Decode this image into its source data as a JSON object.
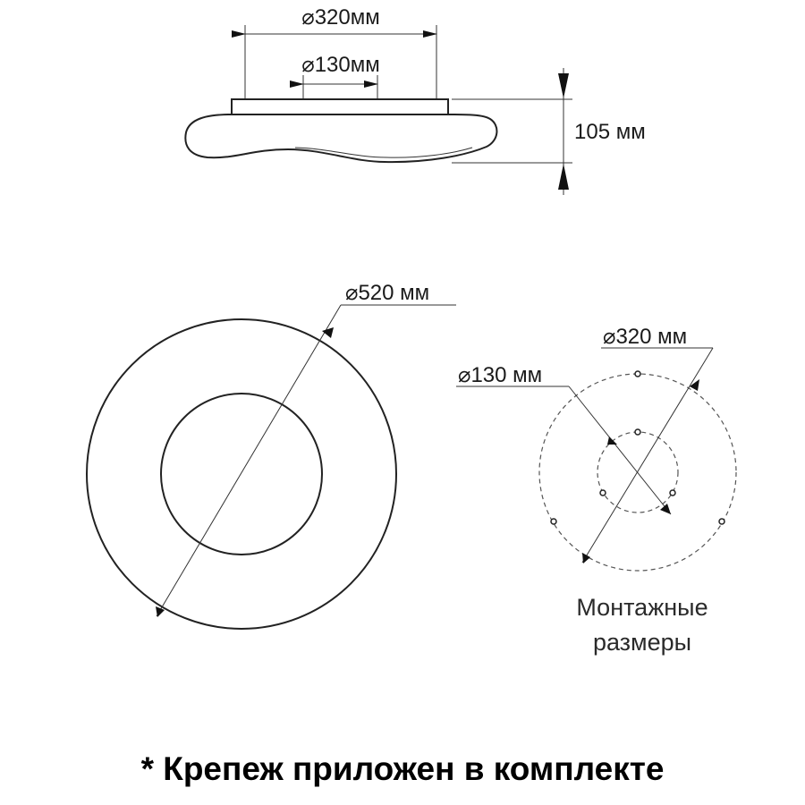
{
  "side_view": {
    "outer_mount_diameter": "⌀320мм",
    "inner_mount_diameter": "⌀130мм",
    "height": "105 мм"
  },
  "top_view": {
    "fixture_diameter": "⌀520 мм"
  },
  "mounting_view": {
    "outer_diameter": "⌀320 мм",
    "inner_diameter": "⌀130 мм",
    "caption_line1": "Монтажные",
    "caption_line2": "размеры"
  },
  "footnote": "* Крепеж приложен в комплекте"
}
